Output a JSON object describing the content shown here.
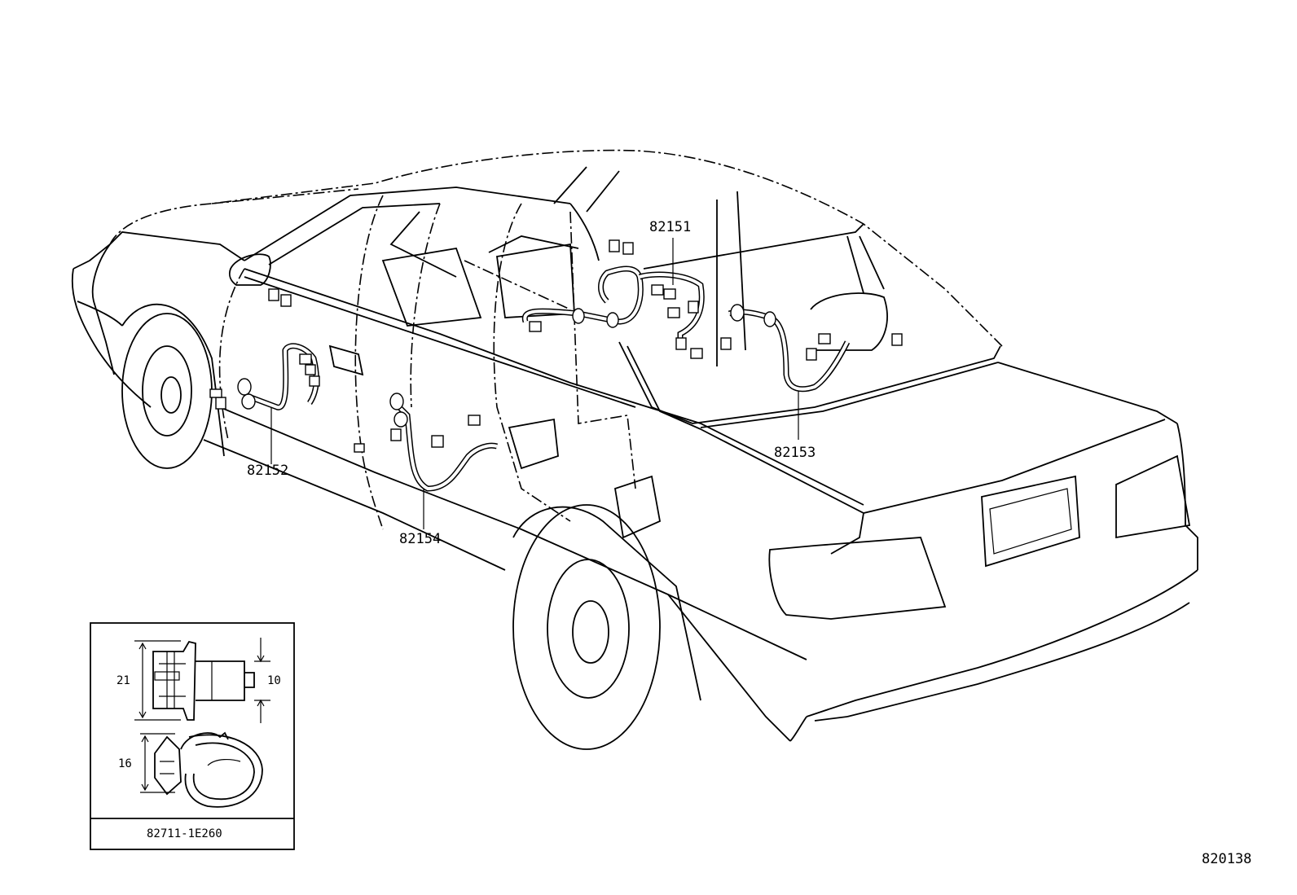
{
  "callouts": {
    "harness_roof": "82151",
    "harness_front_door": "82152",
    "harness_rear_deck": "82153",
    "harness_rear_door": "82154"
  },
  "inset": {
    "dim_height_total": "21",
    "dim_shaft": "10",
    "dim_clamp": "16",
    "part_number": "82711-1E260"
  },
  "illustration_number": "820138"
}
